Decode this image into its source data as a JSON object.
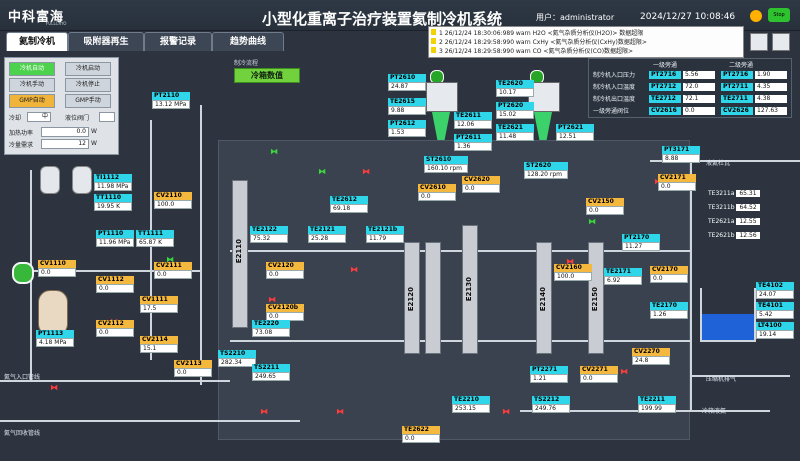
{
  "header": {
    "logo_text": "中科富海",
    "logo_sub": "FULLCRYO",
    "title": "小型化重离子治疗装置氦制冷机系统",
    "user_label": "用户：administrator",
    "datetime": "2024/12/27 10:08:46",
    "stop_label": "Stop"
  },
  "tabs": [
    {
      "label": "氦制冷机"
    },
    {
      "label": "吸附器再生"
    },
    {
      "label": "报警记录"
    },
    {
      "label": "趋势曲线"
    }
  ],
  "alarms": [
    {
      "seq": "1",
      "time": "26/12/24 18:30:06:989 warn",
      "msg": "H2O <氦气杂质分析仪(H2O)> 数据超限"
    },
    {
      "seq": "2",
      "time": "26/12/24 18:29:58:990 warn",
      "msg": "CxHy <氦气杂质分析仪(CxHy)数据超限>"
    },
    {
      "seq": "3",
      "time": "26/12/24 18:29:58:990 warn",
      "msg": "CO <氦气杂质分析仪(CO)数据超限>"
    }
  ],
  "control_panel": {
    "btn_auto_cool": "冷机自动",
    "btn_cool_start": "冷机启动",
    "btn_manual": "冷机手动",
    "btn_stop": "冷机停止",
    "btn_gmp_auto": "GMP自动",
    "btn_gmp_manual": "GMP手动",
    "cool_mode_label": "冷却",
    "cool_mode_val": "中",
    "heater_label": "液位阀门",
    "heater_val": "",
    "power_label": "加热功率",
    "power_val": "0.0",
    "power_unit": "W",
    "flow_label": "冷量需求",
    "flow_val": "12",
    "flow_unit": "W"
  },
  "stage": {
    "label": "制冷流程",
    "value": "冷箱数值"
  },
  "tags_left": [
    {
      "name": "PT2110",
      "value": "13.12 MPa"
    },
    {
      "name": "TI1112",
      "value": "11.98 MPa"
    },
    {
      "name": "TT1110",
      "value": "19.95 K"
    },
    {
      "name": "PT1110",
      "value": "11.96 MPa"
    },
    {
      "name": "TT1111",
      "value": "65.87 K"
    },
    {
      "name": "PT1113",
      "value": "4.18 MPa"
    }
  ],
  "tags_valves": [
    {
      "name": "CV1110",
      "value": "0.0"
    },
    {
      "name": "CV1111",
      "value": "17.5"
    },
    {
      "name": "CV1112",
      "value": "0.0"
    },
    {
      "name": "CV2110",
      "value": "100.0"
    },
    {
      "name": "CV2111",
      "value": "0.0"
    },
    {
      "name": "CV2112",
      "value": "0.0"
    },
    {
      "name": "CV2113",
      "value": "0.0"
    },
    {
      "name": "CV2114",
      "value": "15.1"
    }
  ],
  "tags_cold": [
    {
      "name": "PT2610",
      "value": "24.87"
    },
    {
      "name": "TE2615",
      "value": "9.88"
    },
    {
      "name": "PT2612",
      "value": "1.53"
    },
    {
      "name": "TE2611",
      "value": "12.06"
    },
    {
      "name": "PT2611",
      "value": "1.36"
    },
    {
      "name": "TE2620",
      "value": "10.17"
    },
    {
      "name": "PT2620",
      "value": "15.02"
    },
    {
      "name": "TE2621",
      "value": "11.48"
    },
    {
      "name": "PT2621",
      "value": "12.51"
    },
    {
      "name": "ST2610",
      "value": "160.10 rpm"
    },
    {
      "name": "ST2620",
      "value": "128.20 rpm"
    },
    {
      "name": "CV2610",
      "value": "0.0"
    },
    {
      "name": "CV2620",
      "value": "0.0"
    },
    {
      "name": "TE2612",
      "value": "69.18"
    },
    {
      "name": "TE2122",
      "value": "75.32"
    },
    {
      "name": "TE2121",
      "value": "25.28"
    },
    {
      "name": "TE2121b",
      "value": "11.79"
    },
    {
      "name": "CV2120",
      "value": "0.0"
    },
    {
      "name": "CV2120b",
      "value": "0.0"
    },
    {
      "name": "TS2210",
      "value": "282.34"
    },
    {
      "name": "TE2220",
      "value": "73.08"
    },
    {
      "name": "TS2211",
      "value": "249.65"
    },
    {
      "name": "TE2210",
      "value": "253.15"
    },
    {
      "name": "TS2212",
      "value": "249.76"
    },
    {
      "name": "TE2622",
      "value": "0.0"
    },
    {
      "name": "PT2170",
      "value": "11.27"
    },
    {
      "name": "TE2171",
      "value": "6.92"
    },
    {
      "name": "TE2170",
      "value": "1.26"
    },
    {
      "name": "CV2170",
      "value": "0.0"
    },
    {
      "name": "CV2160",
      "value": "100.0"
    },
    {
      "name": "CV2150",
      "value": "0.0"
    },
    {
      "name": "CV2171",
      "value": "0.0"
    },
    {
      "name": "PT3171",
      "value": "8.88"
    },
    {
      "name": "CV2270",
      "value": "24.8"
    },
    {
      "name": "CV2271",
      "value": "0.0"
    },
    {
      "name": "PT2271",
      "value": "1.21"
    },
    {
      "name": "TE2211",
      "value": "199.99"
    }
  ],
  "columns": [
    "E2110",
    "E2120",
    "E2130",
    "E2140",
    "E2150"
  ],
  "right_table": {
    "col1": "一级旁通",
    "col2": "二级旁通",
    "rows": [
      {
        "label": "制冷机入口压力",
        "t1": "PT2716",
        "v1": "5.56",
        "t2": "PT2716",
        "v2": "1.90"
      },
      {
        "label": "制冷机入口温度",
        "t1": "PT2712",
        "v1": "72.0",
        "t2": "PT2711",
        "v2": "4.35"
      },
      {
        "label": "制冷机出口温度",
        "t1": "TE2712",
        "v1": "72.1",
        "t2": "TE2711",
        "v2": "4.38"
      },
      {
        "label": "一级旁通阀位",
        "t1": "CV2616",
        "v1": "0.0",
        "t2": "CV2626",
        "v2": "127.63"
      }
    ]
  },
  "right_legend": [
    {
      "name": "TE3211a",
      "value": "65.31"
    },
    {
      "name": "TE3211b",
      "value": "64.52"
    },
    {
      "name": "TE2621a",
      "value": "12.55"
    },
    {
      "name": "TE2621b",
      "value": "12.56"
    }
  ],
  "tank_tags": [
    {
      "name": "TE4102",
      "value": "24.07"
    },
    {
      "name": "TE4101",
      "value": "5.42"
    },
    {
      "name": "LT4100",
      "value": "19.14"
    }
  ],
  "bottom_labels": [
    {
      "text": "氦气入口管线"
    },
    {
      "text": "氦气回收管线"
    },
    {
      "text": "压缩机排气"
    },
    {
      "text": "冷箱液氦"
    },
    {
      "text": "液氦杜瓦"
    }
  ],
  "colors": {
    "bg": "#2d3440",
    "tag_cyan": "#2fd5e8",
    "tag_amber": "#f5b83e",
    "ok_green": "#71d23d",
    "valve_red": "#ff3b3b",
    "liquid_blue": "#1f62d8"
  }
}
